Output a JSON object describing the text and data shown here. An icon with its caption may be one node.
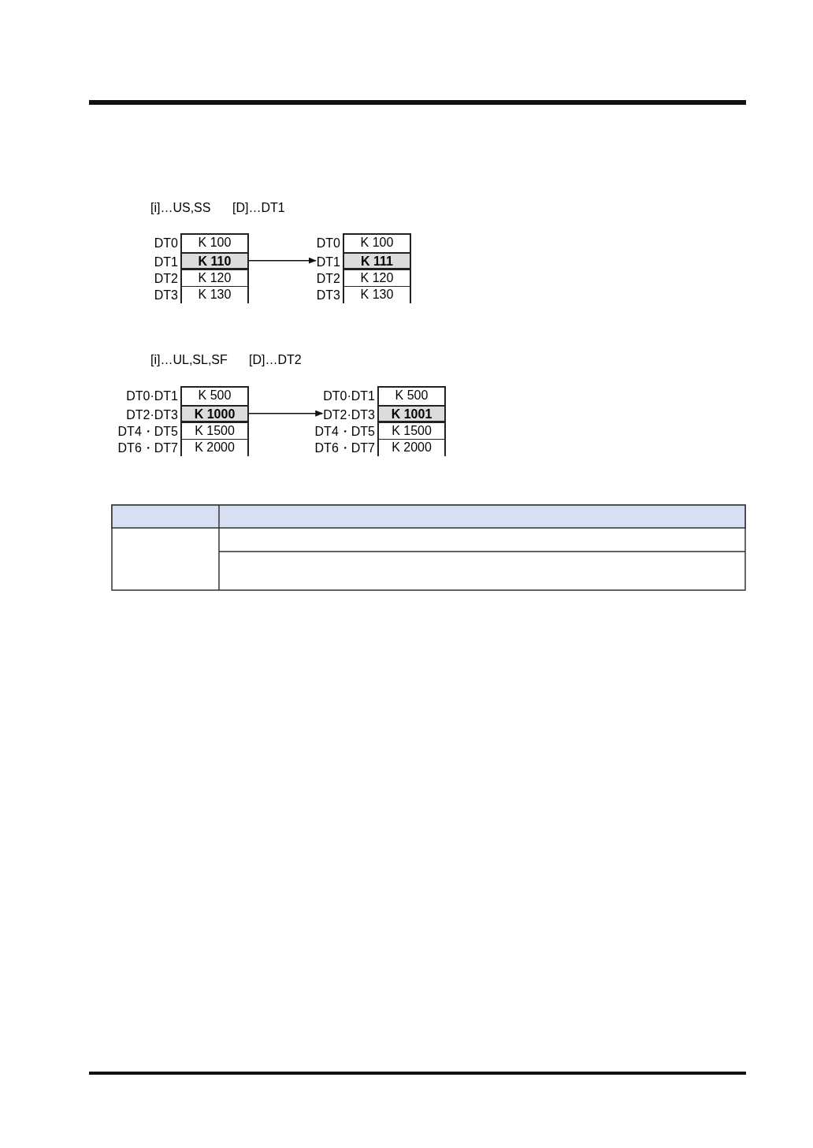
{
  "diagram": {
    "nodes": [
      {
        "text": [],
        "shape": "box"
      },
      {
        "text": [
          "K 100"
        ],
        "in": 0,
        "beside": [
          "DT0"
        ]
      },
      {
        "text": [
          "K 110"
        ],
        "in": 0,
        "beside": [
          "DT1"
        ]
      },
      {
        "text": [
          "K 120"
        ],
        "in": 0,
        "beside": [
          "DT2"
        ]
      },
      {
        "text": [
          "K 130"
        ],
        "in": 0,
        "beside": [
          "DT3"
        ]
      },
      {
        "text": [],
        "shape": "box"
      },
      {
        "text": [
          "K 100"
        ],
        "in": 5,
        "beside": [
          "DT0"
        ]
      },
      {
        "text": [
          "K 111"
        ],
        "in": 5,
        "beside": [
          "DT1"
        ]
      },
      {
        "text": [
          "K 120"
        ],
        "in": 5,
        "beside": [
          "DT2"
        ]
      },
      {
        "text": [
          "K 130"
        ],
        "in": 5,
        "beside": [
          "DT3"
        ]
      },
      {
        "text": [],
        "shape": "box"
      },
      {
        "text": [
          "K 500"
        ],
        "in": 10,
        "beside": [
          "DT0·DT1"
        ]
      },
      {
        "text": [
          "K 1000"
        ],
        "in": 10,
        "beside": [
          "DT2·DT3"
        ]
      },
      {
        "text": [
          "K 1500"
        ],
        "in": 10,
        "beside": [
          "DT4・DT5"
        ]
      },
      {
        "text": [
          "K 2000"
        ],
        "in": 10,
        "beside": [
          "DT6・DT7"
        ]
      },
      {
        "text": [],
        "shape": "box"
      },
      {
        "text": [
          "K 500"
        ],
        "in": 15,
        "beside": [
          "DT0·DT1"
        ]
      },
      {
        "text": [
          "K 1001"
        ],
        "in": 15,
        "beside": [
          "DT2·DT3"
        ]
      },
      {
        "text": [
          "K 1500"
        ],
        "in": 15,
        "beside": [
          "DT4・DT5"
        ]
      },
      {
        "text": [
          "K 2000"
        ],
        "in": 15,
        "beside": [
          "DT6・DT7"
        ]
      }
    ],
    "edges": [
      {
        "from": 2,
        "to": 7,
        "arrow": "to"
      },
      {
        "from": 12,
        "to": 17,
        "arrow": "to"
      }
    ],
    "labels": [
      "[i]…US,SS",
      "[D]…DT1",
      "[i]…UL,SL,SF",
      "[D]…DT2"
    ]
  }
}
